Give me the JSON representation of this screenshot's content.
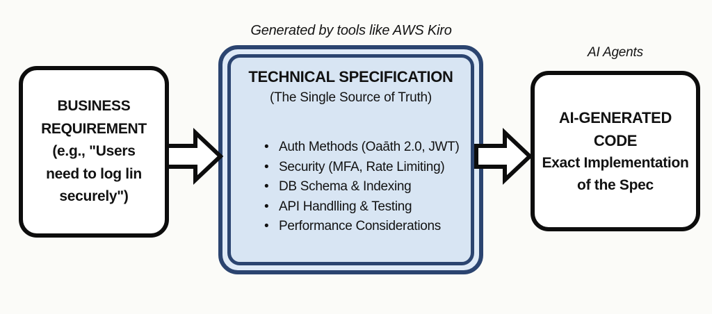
{
  "diagram": {
    "top_labels": {
      "spec_tool": "Generated by tools like AWS Kiro",
      "agents": "AI Agents"
    },
    "business_box": {
      "text": "BUSINESS\nREQUIREMENT\n(e.g., \"Users\nneed to log lin\nsecurely\")"
    },
    "spec_box": {
      "title": "TECHNICAL SPECIFICATION",
      "subtitle": "(The Single Source of Truth)",
      "bullets": [
        "Auth Methods (Oaāth 2.0, JWT)",
        "Security (MFA, Rate Limiting)",
        "DB Schema & Indexing",
        "API Handlling & Testing",
        "Performance Considerations"
      ]
    },
    "code_box": {
      "title": "AI-GENERATED\nCODE",
      "subtitle": "Exact Implementation\nof the Spec"
    },
    "colors": {
      "spec_border": "#2b4470",
      "spec_fill": "#d8e5f3",
      "spec_gap_fill": "#dfeaf7",
      "box_border": "#0d0d0d",
      "background": "#fbfbf8"
    }
  }
}
